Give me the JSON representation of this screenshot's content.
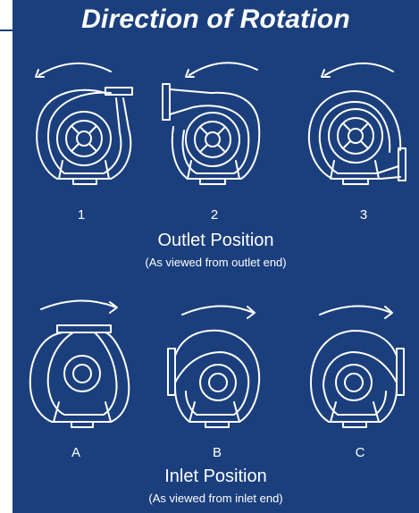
{
  "title": "Direction of Rotation",
  "outlet": {
    "heading": "Outlet Position",
    "note": "(As viewed from outlet end)",
    "positions": [
      "1",
      "2",
      "3"
    ],
    "rotation": "counterclockwise"
  },
  "inlet": {
    "heading": "Inlet Position",
    "note": "(As viewed from inlet end)",
    "positions": [
      "A",
      "B",
      "C"
    ],
    "rotation": "clockwise"
  },
  "colors": {
    "background": "#1b3f7d",
    "line": "#ffffff"
  }
}
